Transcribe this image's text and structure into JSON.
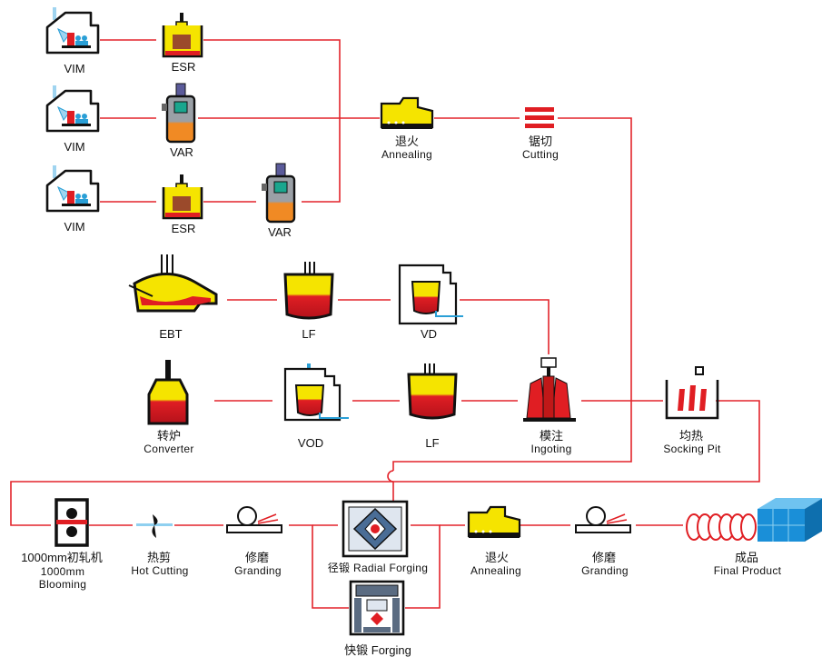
{
  "colors": {
    "flow_line": "#e3242b",
    "molten": "#e01e23",
    "slag": "#f5e400",
    "water": "#2a9fd6",
    "outline": "#111111",
    "steel_blue": "#1a8fd8"
  },
  "labels": {
    "vim1": "VIM",
    "esr1": "ESR",
    "vim2": "VIM",
    "var1": "VAR",
    "vim3": "VIM",
    "esr2": "ESR",
    "var2": "VAR",
    "annealing_top_cn": "退火",
    "annealing_top_en": "Annealing",
    "cutting_cn": "锯切",
    "cutting_en": "Cutting",
    "ebt": "EBT",
    "lf1": "LF",
    "vd": "VD",
    "converter_cn": "转炉",
    "converter_en": "Converter",
    "vod": "VOD",
    "lf2": "LF",
    "ingoting_cn": "模注",
    "ingoting_en": "Ingoting",
    "socking_cn": "均热",
    "socking_en": "Socking Pit",
    "blooming_cn": "1000mm初轧机",
    "blooming_en1": "1000mm",
    "blooming_en2": "Blooming",
    "hotcut_cn": "热剪",
    "hotcut_en": "Hot Cutting",
    "grand1_cn": "修磨",
    "grand1_en": "Granding",
    "radial": "径锻 Radial Forging",
    "forging": "快锻 Forging",
    "annealing_bot_cn": "退火",
    "annealing_bot_en": "Annealing",
    "grand2_cn": "修磨",
    "grand2_en": "Granding",
    "final_cn": "成品",
    "final_en": "Final Product"
  }
}
